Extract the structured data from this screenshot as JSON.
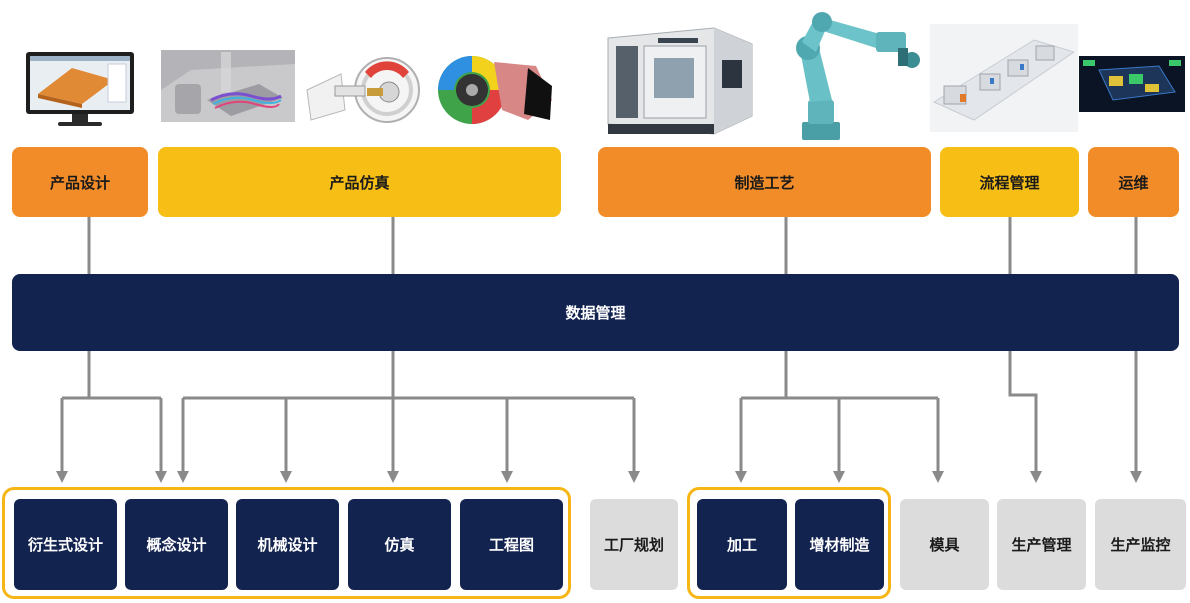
{
  "categories": {
    "product_design": "产品设计",
    "product_simulation": "产品仿真",
    "manufacturing_process": "制造工艺",
    "process_management": "流程管理",
    "operations": "运维"
  },
  "hub": "数据管理",
  "modules": {
    "generative_design": "衍生式设计",
    "concept_design": "概念设计",
    "mechanical_design": "机械设计",
    "simulation": "仿真",
    "engineering_drawing": "工程图",
    "factory_planning": "工厂规划",
    "machining": "加工",
    "additive_manufacturing": "增材制造",
    "mold": "模具",
    "production_management": "生产管理",
    "production_monitoring": "生产监控"
  },
  "colors": {
    "orange": "#f28c28",
    "yellow": "#f7be16",
    "navy": "#132350",
    "light_gray": "#dcdcdc",
    "connector_gray": "#8a8a8a",
    "group_outline": "#f5b616"
  }
}
